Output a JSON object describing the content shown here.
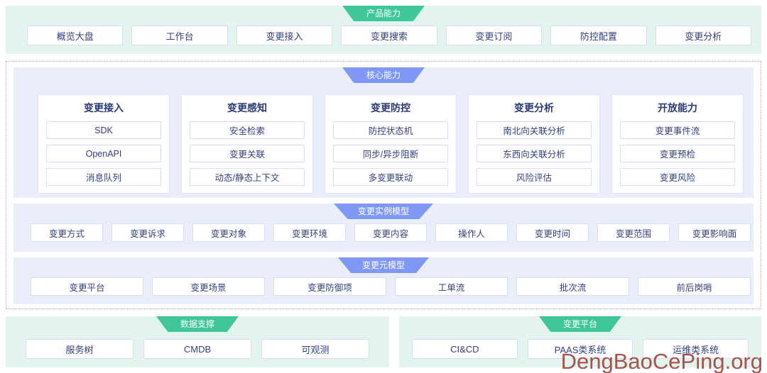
{
  "colors": {
    "green_ribbon": "#3fc79a",
    "blue_ribbon": "#8098f5",
    "green_band": "#e3f4ee",
    "blue_band": "#eaeefb",
    "chip_text": "#333f7a",
    "card_title": "#2b3a73",
    "dotted_border": "#9aa8e6",
    "watermark": "#9c3a32"
  },
  "product_layer": {
    "ribbon": "产品能力",
    "items": [
      "概览大盘",
      "工作台",
      "变更接入",
      "变更搜索",
      "变更订阅",
      "防控配置",
      "变更分析"
    ]
  },
  "core_layer": {
    "ribbon": "核心能力",
    "cards": [
      {
        "title": "变更接入",
        "items": [
          "SDK",
          "OpenAPI",
          "消息队列"
        ]
      },
      {
        "title": "变更感知",
        "items": [
          "安全检索",
          "变更关联",
          "动态/静态上下文"
        ]
      },
      {
        "title": "变更防控",
        "items": [
          "防控状态机",
          "同步/异步阻断",
          "多变更联动"
        ]
      },
      {
        "title": "变更分析",
        "items": [
          "南北向关联分析",
          "东西向关联分析",
          "风险评估"
        ]
      },
      {
        "title": "开放能力",
        "items": [
          "变更事件流",
          "变更预检",
          "变更风险"
        ]
      }
    ]
  },
  "instance_model_layer": {
    "ribbon": "变更实例模型",
    "items": [
      "变更方式",
      "变更诉求",
      "变更对象",
      "变更环境",
      "变更内容",
      "操作人",
      "变更时间",
      "变更范围",
      "变更影响面"
    ]
  },
  "meta_model_layer": {
    "ribbon": "变更元模型",
    "items": [
      "变更平台",
      "变更场景",
      "变更防御项",
      "工单流",
      "批次流",
      "前后岗哨"
    ]
  },
  "data_support_layer": {
    "ribbon": "数据支撑",
    "items": [
      "服务树",
      "CMDB",
      "可观测"
    ]
  },
  "change_platform_layer": {
    "ribbon": "变更平台",
    "items": [
      "CI&CD",
      "PAAS类系统",
      "运维类系统"
    ]
  },
  "watermark": {
    "text": "DengBaoCePing.org"
  }
}
